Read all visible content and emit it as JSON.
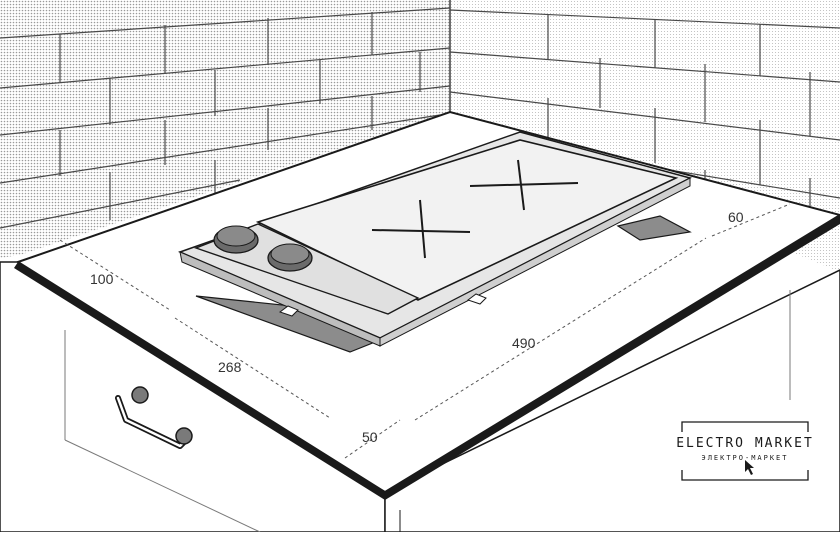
{
  "diagram": {
    "dimensions": {
      "d100": "100",
      "d268": "268",
      "d490": "490",
      "d60": "60",
      "d50": "50"
    },
    "logo": {
      "brand": "ELECTRO MARKET",
      "subtitle": "ЭЛЕКТРО-МАРКЕТ"
    },
    "colors": {
      "line": "#1a1a1a",
      "wall_fill": "#d9d9d9",
      "countertop": "#ffffff",
      "cutout": "#8c8c8c",
      "hob_glass": "#eeeeee",
      "knob": "#6b6b6b"
    }
  }
}
